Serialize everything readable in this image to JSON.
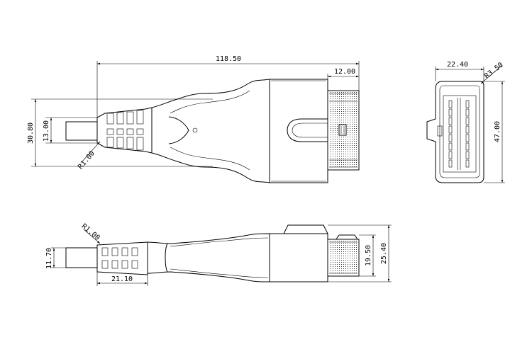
{
  "dimensions": {
    "overall_length": "118.50",
    "plug_depth": "12.00",
    "side_height": "30.80",
    "cable_height": "13.00",
    "radius_top": "R1.00",
    "front_width": "22.40",
    "front_radius": "R3.50",
    "front_height": "47.00",
    "radius_bottom": "R1.00",
    "cable_thickness": "11.70",
    "strain_relief_length": "21.10",
    "plug_thickness": "19.50",
    "body_thickness": "25.40"
  },
  "colors": {
    "line": "#000000",
    "background": "#ffffff"
  }
}
